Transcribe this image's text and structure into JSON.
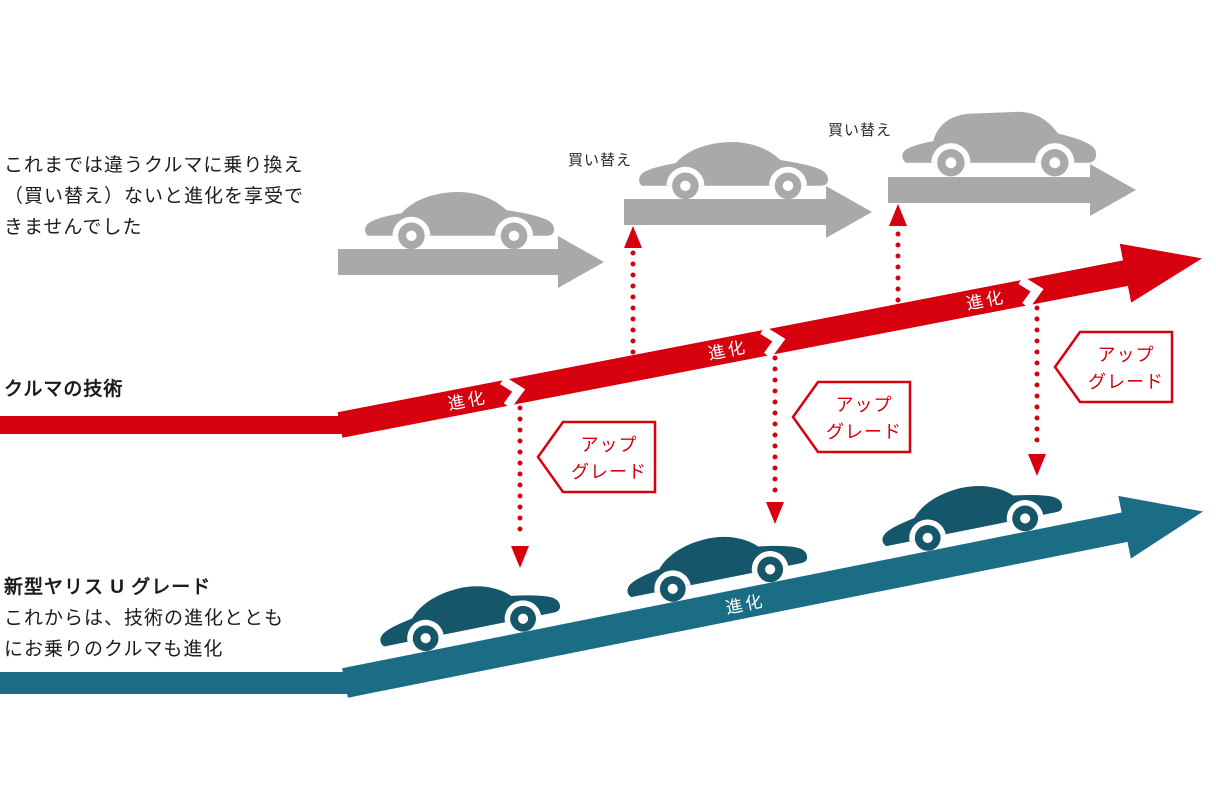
{
  "colors": {
    "red": "#d7000f",
    "teal": "#1b6c85",
    "teal_car": "#16566b",
    "gray": "#a9a9a9"
  },
  "legacy": {
    "description": [
      "これまでは違うクルマに乗り換え",
      "（買い替え）ないと進化を享受で",
      "きませんでした"
    ],
    "replace_labels": [
      "買い替え",
      "買い替え"
    ]
  },
  "technology": {
    "label": "クルマの技術",
    "evolutions": [
      "進化",
      "進化",
      "進化"
    ]
  },
  "yaris": {
    "title": "新型ヤリス U グレード",
    "description": [
      "これからは、技術の進化ととも",
      "にお乗りのクルマも進化"
    ],
    "evolution": "進化"
  },
  "upgrade_tags": [
    {
      "line1": "アップ",
      "line2": "グレード"
    },
    {
      "line1": "アップ",
      "line2": "グレード"
    },
    {
      "line1": "アップ",
      "line2": "グレード"
    }
  ]
}
